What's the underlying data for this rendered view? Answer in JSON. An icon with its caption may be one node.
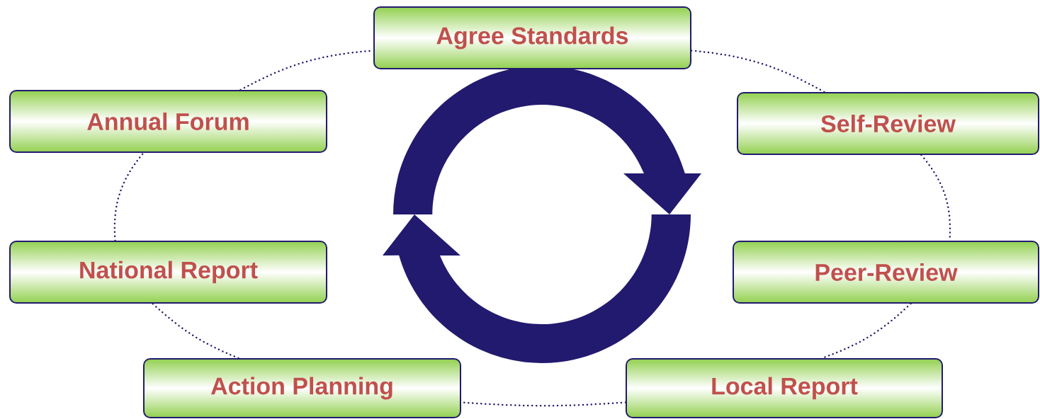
{
  "diagram": {
    "nodes": [
      {
        "text": [
          "Agree Standards"
        ]
      },
      {
        "text": [
          "Annual Forum"
        ]
      },
      {
        "text": [
          "Self-Review"
        ]
      },
      {
        "text": [
          "National Report"
        ]
      },
      {
        "text": [
          "Peer-Review"
        ]
      },
      {
        "text": [
          "Action Planning"
        ]
      },
      {
        "text": [
          "Local Report"
        ]
      }
    ],
    "edges": [
      {
        "from": 0,
        "to": 2,
        "arrow": "none"
      },
      {
        "from": 2,
        "to": 4,
        "arrow": "none"
      },
      {
        "from": 4,
        "to": 6,
        "arrow": "none"
      },
      {
        "from": 6,
        "to": 5,
        "arrow": "none"
      },
      {
        "from": 5,
        "to": 3,
        "arrow": "none"
      },
      {
        "from": 3,
        "to": 1,
        "arrow": "none"
      },
      {
        "from": 1,
        "to": 0,
        "arrow": "none"
      }
    ]
  }
}
